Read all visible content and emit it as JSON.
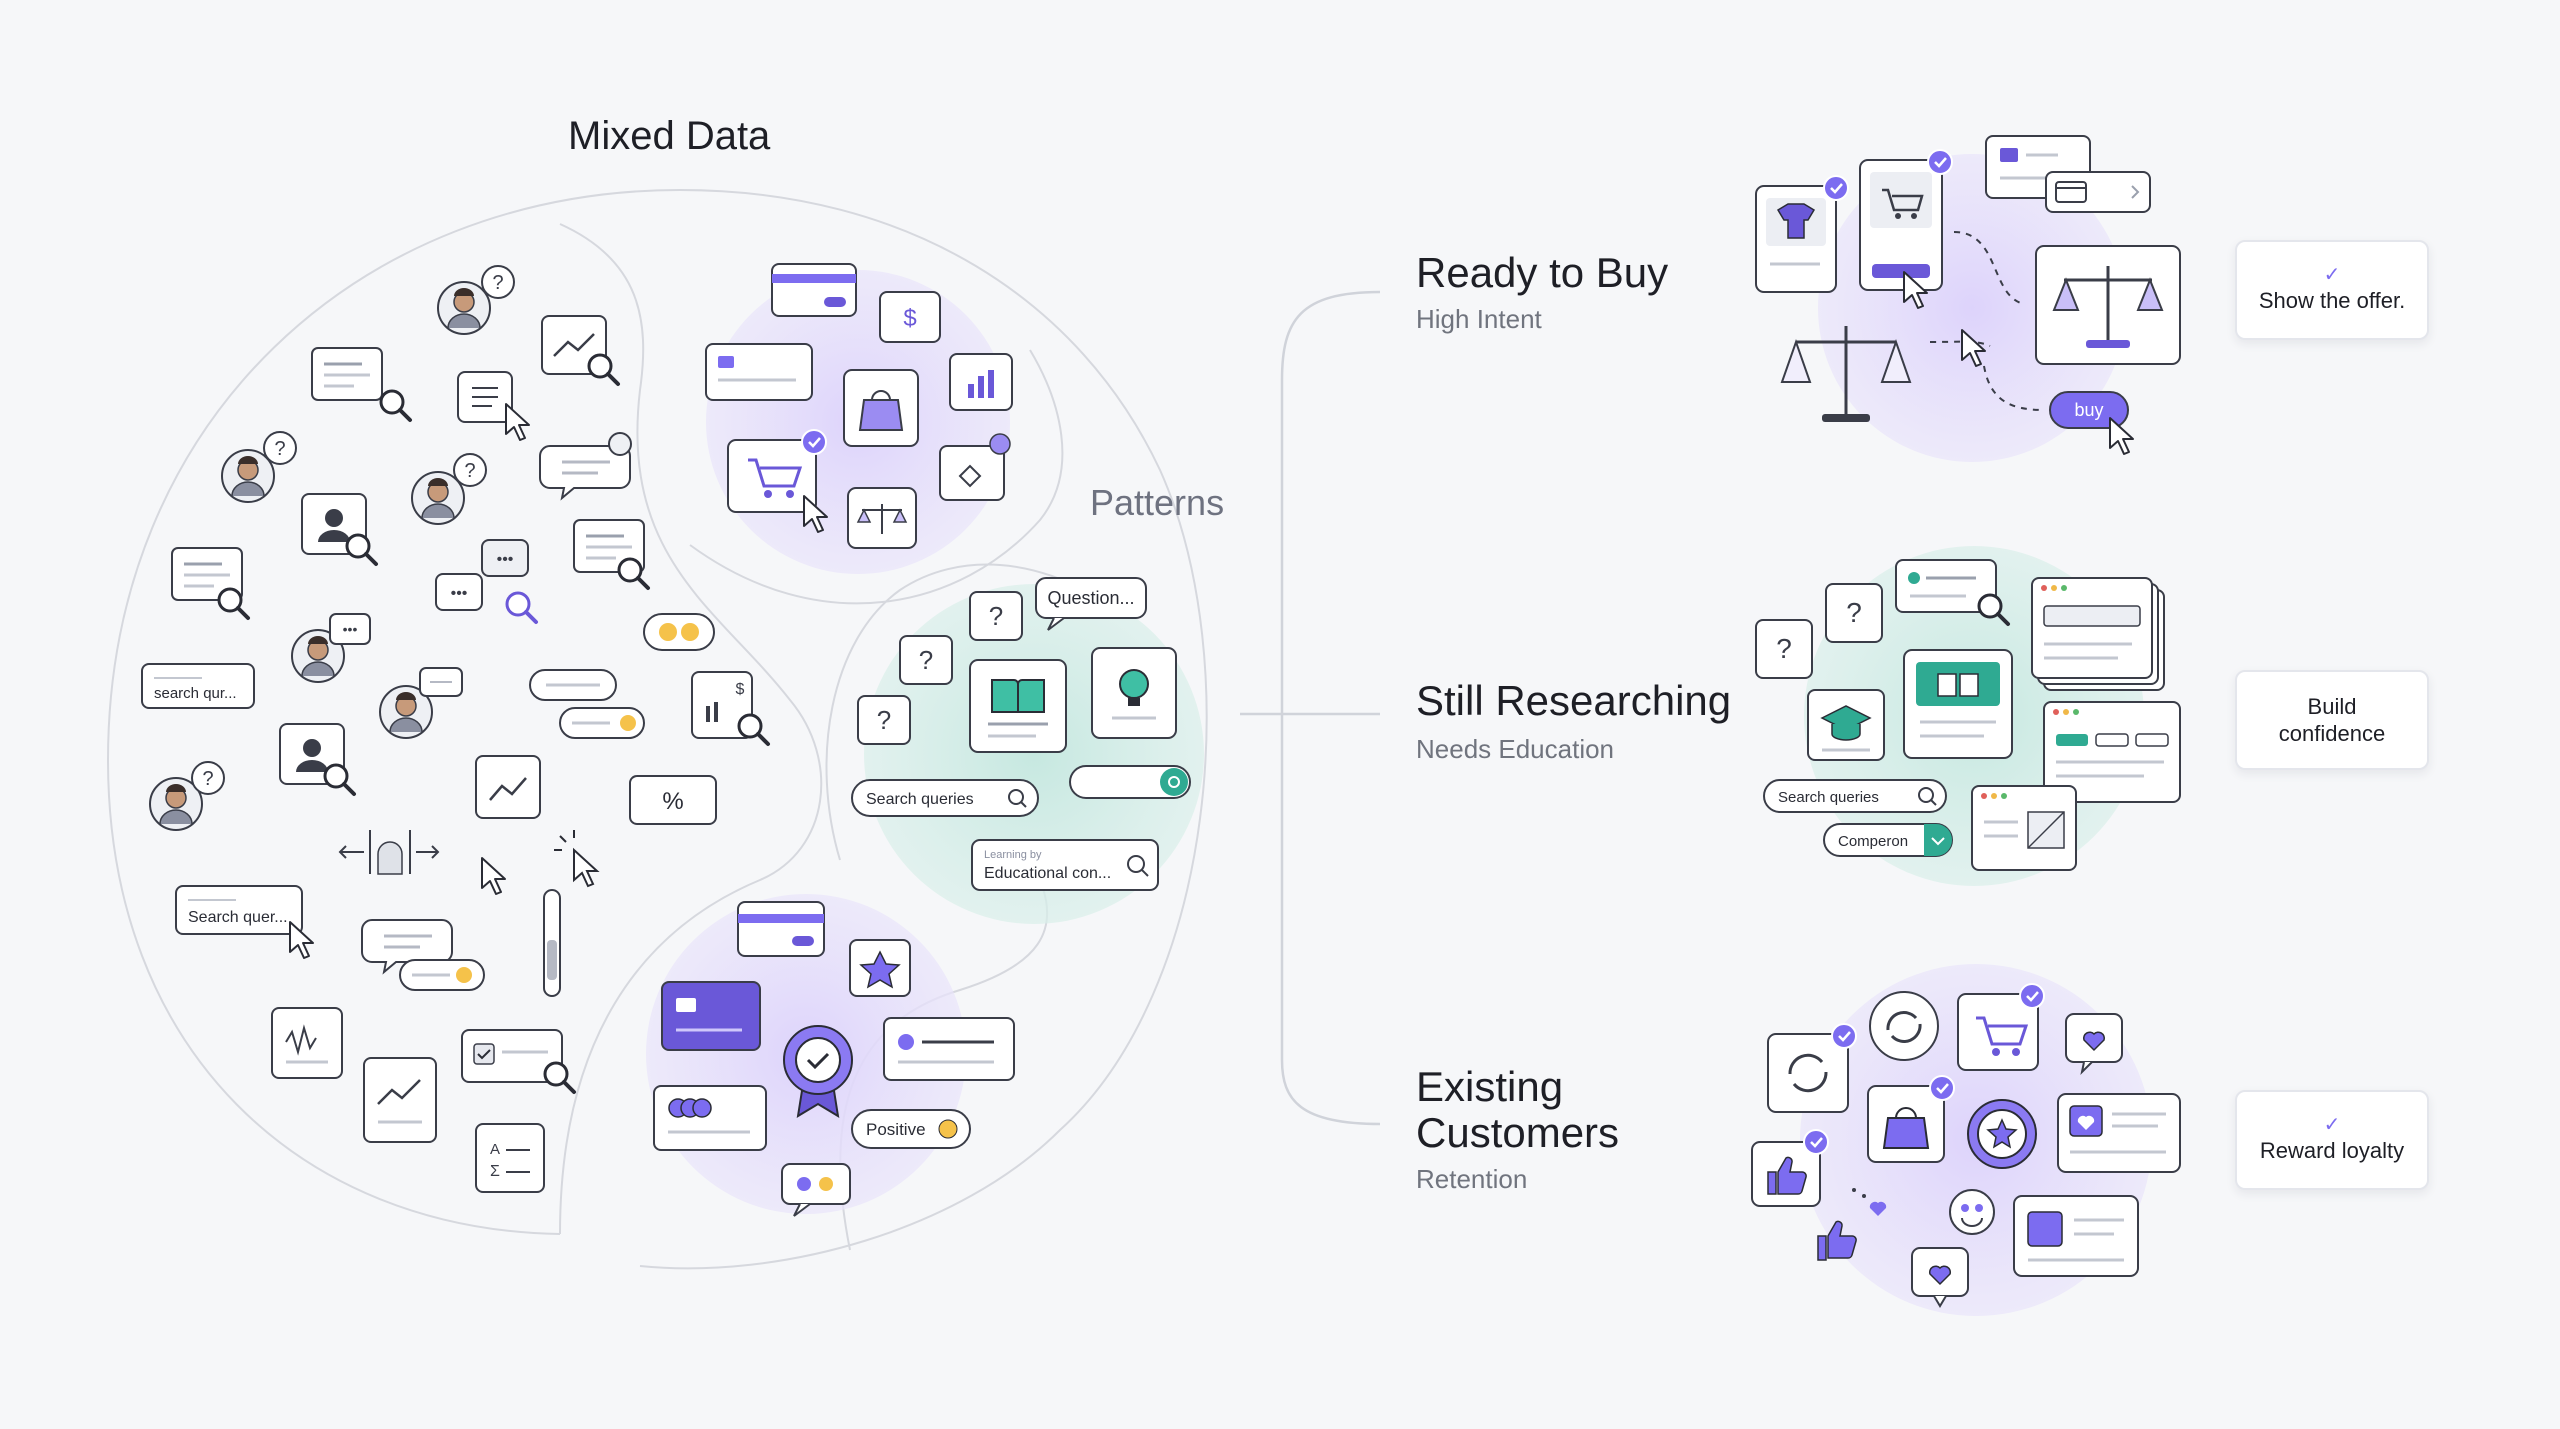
{
  "headings": {
    "mixed_data": "Mixed Data",
    "patterns": "Patterns"
  },
  "segments": [
    {
      "title": "Ready to Buy",
      "subtitle": "High Intent",
      "action": "Show the offer."
    },
    {
      "title": "Still Researching",
      "subtitle": "Needs Education",
      "action": "Build confidence"
    },
    {
      "title": "Existing Customers",
      "subtitle": "Retention",
      "action": "Reward loyalty"
    }
  ],
  "mixed_labels": {
    "search_qur": "search qur...",
    "search_quer": "Search quer...",
    "percent": "%",
    "dollar": "$"
  },
  "research_cluster": {
    "question_bubble": "Question...",
    "search_queries": "Search queries",
    "learning_small": "Learning by",
    "educational": "Educational con..."
  },
  "loyalty_cluster": {
    "positive_chip": "Positive"
  },
  "purchase_cluster": {
    "dollar": "$"
  },
  "right_visuals": {
    "buy_button": "buy",
    "search_queries": "Search queries",
    "comparison": "Comperon"
  },
  "colors": {
    "accent": "#7c6cf0",
    "lavender": "#e6e0fa",
    "mint": "#d3ece6",
    "teal": "#2faa92",
    "outline": "#3a3d48"
  }
}
